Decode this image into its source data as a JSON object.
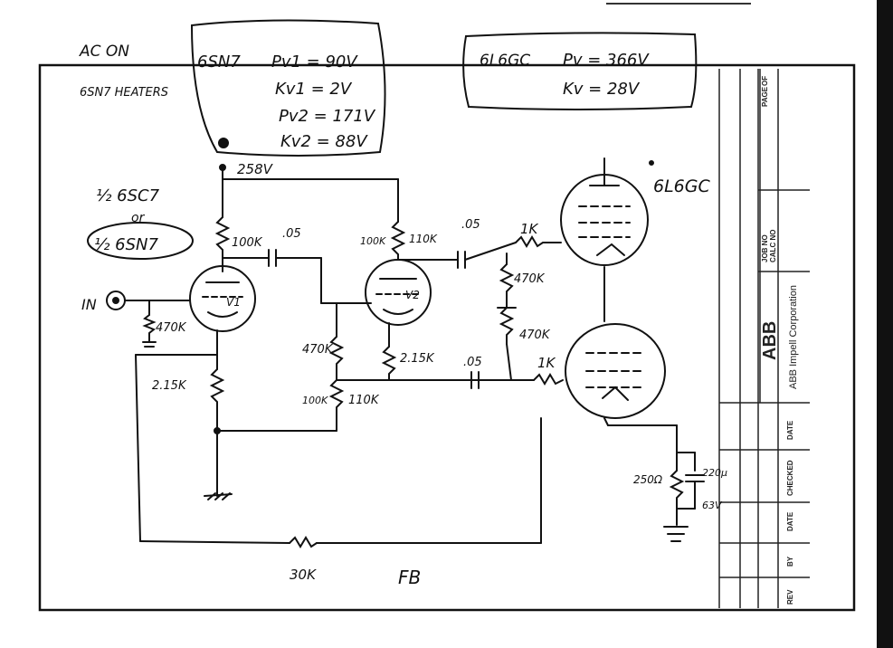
{
  "notes": {
    "top_left_1": "AC ON",
    "top_left_2": "6SN7 HEATERS",
    "box1": {
      "tube": "6SN7",
      "lines": [
        "Pv1 = 90V",
        "Kv1 = 2V",
        "Pv2 = 171V",
        "Kv2 = 88V"
      ]
    },
    "box2": {
      "tube": "6L6GC",
      "lines": [
        "Pv = 366V",
        "Kv = 28V"
      ]
    }
  },
  "labels": {
    "supply": "258V",
    "stage1_a": "½ 6SC7",
    "stage1_or": "or",
    "stage1_b": "½ 6SN7",
    "input": "IN",
    "r_in": "470K",
    "r_plate1": "100K",
    "c1": ".05",
    "v1": "V1",
    "r_cath1": "2.15K",
    "r_plate2a": "100K",
    "r_plate2b": "110K",
    "v2": "V2",
    "r_grid2": "470K",
    "r_cath2": "2.15K",
    "r_div_a": "100K",
    "r_div_b": "110K",
    "c2": ".05",
    "c3": ".05",
    "r_grid_stop1": "1K",
    "r_grid_stop2": "1K",
    "r_bias1": "470K",
    "r_bias2": "470K",
    "output_tube": "6L6GC",
    "r_cath_out": "250Ω",
    "c_cath_out": "220µ",
    "c_cath_out_v": "63V",
    "r_fb": "30K",
    "fb": "FB"
  },
  "title_block": {
    "company": "ABB Impell Corporation",
    "logo": "ABB",
    "fields": [
      "PAGE",
      "OF",
      "JOB NO",
      "CALC NO",
      "DATE",
      "CHECKED",
      "DATE",
      "BY",
      "REV"
    ]
  }
}
